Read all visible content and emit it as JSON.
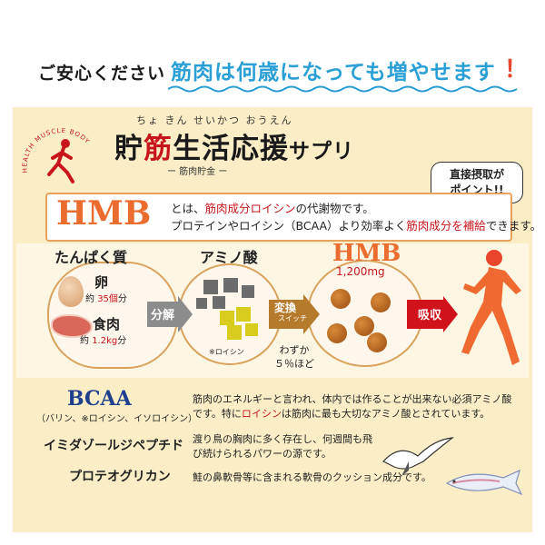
{
  "header": {
    "left": "ご安心ください",
    "right": "筋肉は何歳になっても増やせます",
    "exclamation": "！"
  },
  "logo": {
    "text": "HEALTH MUSCLE BODY"
  },
  "title": {
    "ruby": "ちょ きん せいかつ おうえん",
    "part1": "貯",
    "accent": "筋",
    "part2": "生活応援",
    "part3": "サプリ",
    "subtitle": "ー 筋肉貯金 ー"
  },
  "bubble": {
    "line1": "直接摂取が",
    "line2": "ポイント!!"
  },
  "hmb_box": {
    "logo": "HMB",
    "line1_a": "とは、",
    "line1_red": "筋肉成分ロイシン",
    "line1_b": "の代謝物です。",
    "line2_a": "プロテインやロイシン（BCAA）より効率よく",
    "line2_red": "筋肉成分を補給",
    "line2_b": "できます。"
  },
  "flow": {
    "protein_label": "たんぱく質",
    "egg_label": "卵",
    "egg_count_a": "約",
    "egg_count_red": "35個",
    "egg_count_b": "分",
    "meat_label": "食肉",
    "meat_amount_a": "約",
    "meat_amount_red": "1.2kg",
    "meat_amount_b": "分",
    "bunkai": "分解",
    "amino_label": "アミノ酸",
    "leucine_note": "※ロイシン",
    "henkan": "変換",
    "switch": "スイッチ",
    "wazuka_1": "わずか",
    "wazuka_2": "５％ほど",
    "hmb_label": "HMB",
    "hmb_mg": "1,200mg",
    "kyushu": "吸収"
  },
  "bottom": {
    "bcaa": "BCAA",
    "bcaa_sub": "（バリン、※ロイシン、イソロイシン）",
    "imida": "イミダゾールジペプチド",
    "proteo": "プロテオグリカン",
    "desc1_a": "筋肉のエネルギーと言われ、体内では作ることが出来ない必須アミノ酸です。特に",
    "desc1_red": "ロイシン",
    "desc1_b": "は筋肉に最も大切なアミノ酸とされています。",
    "desc2": "渡り鳥の胸肉に多く存在し、何週間も飛び続けられるパワーの源です。",
    "desc3": "鮭の鼻軟骨等に含まれる軟骨のクッション成分です。"
  },
  "colors": {
    "brand_orange": "#ea6d2f",
    "accent_red": "#c8151b",
    "blue": "#2a9fd6",
    "panel": "#fbeec7"
  }
}
